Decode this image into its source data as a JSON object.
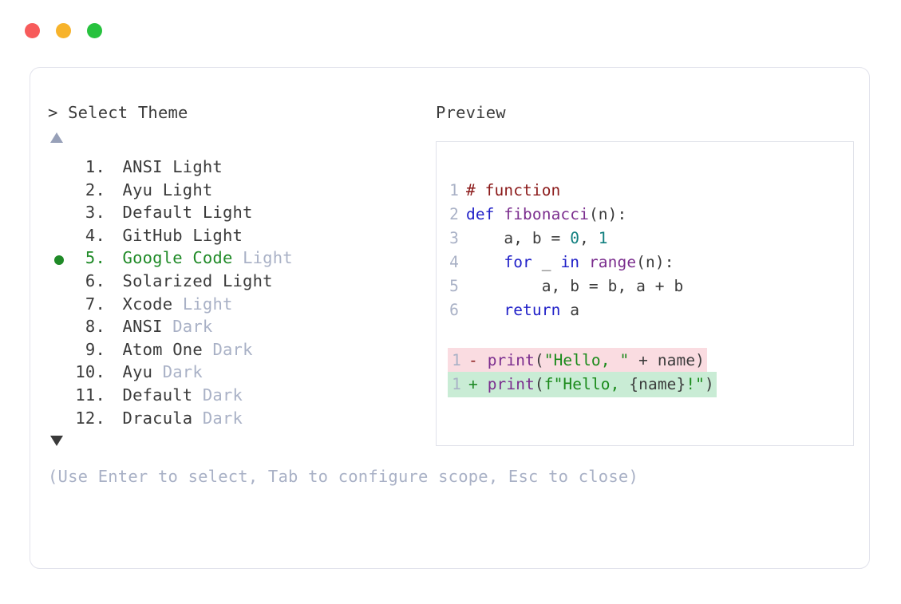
{
  "window": {
    "traffic_lights": [
      {
        "name": "close",
        "color": "#f75b5b"
      },
      {
        "name": "minimize",
        "color": "#f7b32b"
      },
      {
        "name": "maximize",
        "color": "#27c23e"
      }
    ]
  },
  "selector": {
    "prompt": "> Select Theme",
    "scroll_up_indicator": "▲",
    "scroll_down_indicator": "▼",
    "hint": "(Use Enter to select, Tab to configure scope, Esc to close)",
    "selected_index": 5,
    "items": [
      {
        "index": "1.",
        "name": "ANSI",
        "variant": "Light",
        "variant_muted": false,
        "selected": false
      },
      {
        "index": "2.",
        "name": "Ayu",
        "variant": "Light",
        "variant_muted": false,
        "selected": false
      },
      {
        "index": "3.",
        "name": "Default",
        "variant": "Light",
        "variant_muted": false,
        "selected": false
      },
      {
        "index": "4.",
        "name": "GitHub",
        "variant": "Light",
        "variant_muted": false,
        "selected": false
      },
      {
        "index": "5.",
        "name": "Google Code",
        "variant": "Light",
        "variant_muted": true,
        "selected": true
      },
      {
        "index": "6.",
        "name": "Solarized",
        "variant": "Light",
        "variant_muted": false,
        "selected": false
      },
      {
        "index": "7.",
        "name": "Xcode",
        "variant": "Light",
        "variant_muted": true,
        "selected": false
      },
      {
        "index": "8.",
        "name": "ANSI",
        "variant": "Dark",
        "variant_muted": true,
        "selected": false
      },
      {
        "index": "9.",
        "name": "Atom One",
        "variant": "Dark",
        "variant_muted": true,
        "selected": false
      },
      {
        "index": "10.",
        "name": "Ayu",
        "variant": "Dark",
        "variant_muted": true,
        "selected": false
      },
      {
        "index": "11.",
        "name": "Default",
        "variant": "Dark",
        "variant_muted": true,
        "selected": false
      },
      {
        "index": "12.",
        "name": "Dracula",
        "variant": "Dark",
        "variant_muted": true,
        "selected": false
      }
    ]
  },
  "preview": {
    "title": "Preview",
    "code_lines": [
      {
        "ln": "1",
        "tokens": [
          {
            "t": "# function",
            "c": "comment"
          }
        ]
      },
      {
        "ln": "2",
        "tokens": [
          {
            "t": "def ",
            "c": "kw"
          },
          {
            "t": "fibonacci",
            "c": "fn"
          },
          {
            "t": "(n):",
            "c": "punct"
          }
        ]
      },
      {
        "ln": "3",
        "tokens": [
          {
            "t": "    a, b = ",
            "c": "plain"
          },
          {
            "t": "0",
            "c": "num"
          },
          {
            "t": ", ",
            "c": "plain"
          },
          {
            "t": "1",
            "c": "num"
          }
        ]
      },
      {
        "ln": "4",
        "tokens": [
          {
            "t": "    ",
            "c": "plain"
          },
          {
            "t": "for",
            "c": "kw"
          },
          {
            "t": " _ ",
            "c": "plain"
          },
          {
            "t": "in",
            "c": "kw"
          },
          {
            "t": " ",
            "c": "plain"
          },
          {
            "t": "range",
            "c": "fn"
          },
          {
            "t": "(n):",
            "c": "punct"
          }
        ]
      },
      {
        "ln": "5",
        "tokens": [
          {
            "t": "        a, b = b, a + b",
            "c": "plain"
          }
        ]
      },
      {
        "ln": "6",
        "tokens": [
          {
            "t": "    ",
            "c": "plain"
          },
          {
            "t": "return",
            "c": "kw"
          },
          {
            "t": " a",
            "c": "plain"
          }
        ]
      }
    ],
    "diff_lines": [
      {
        "ln": "1",
        "kind": "del",
        "marker": "-",
        "tokens": [
          {
            "t": "print",
            "c": "fn"
          },
          {
            "t": "(",
            "c": "punct"
          },
          {
            "t": "\"Hello, \"",
            "c": "str"
          },
          {
            "t": " + name)",
            "c": "plain"
          }
        ]
      },
      {
        "ln": "1",
        "kind": "add",
        "marker": "+",
        "tokens": [
          {
            "t": "print",
            "c": "fn"
          },
          {
            "t": "(",
            "c": "punct"
          },
          {
            "t": "f\"Hello, ",
            "c": "str"
          },
          {
            "t": "{name}",
            "c": "plain"
          },
          {
            "t": "!\"",
            "c": "str"
          },
          {
            "t": ")",
            "c": "punct"
          }
        ]
      }
    ]
  },
  "colors": {
    "accent_green": "#1f8a27",
    "muted": "#a9b1c6",
    "text": "#3b3b3b",
    "border": "#e2e3ec",
    "diff_del_bg": "#fadce1",
    "diff_add_bg": "#c9ecd5",
    "syntax_comment": "#8b1a1a",
    "syntax_keyword": "#2020c8",
    "syntax_function": "#7b2d8e",
    "syntax_number": "#107f7f",
    "syntax_string": "#1a8a1a"
  }
}
